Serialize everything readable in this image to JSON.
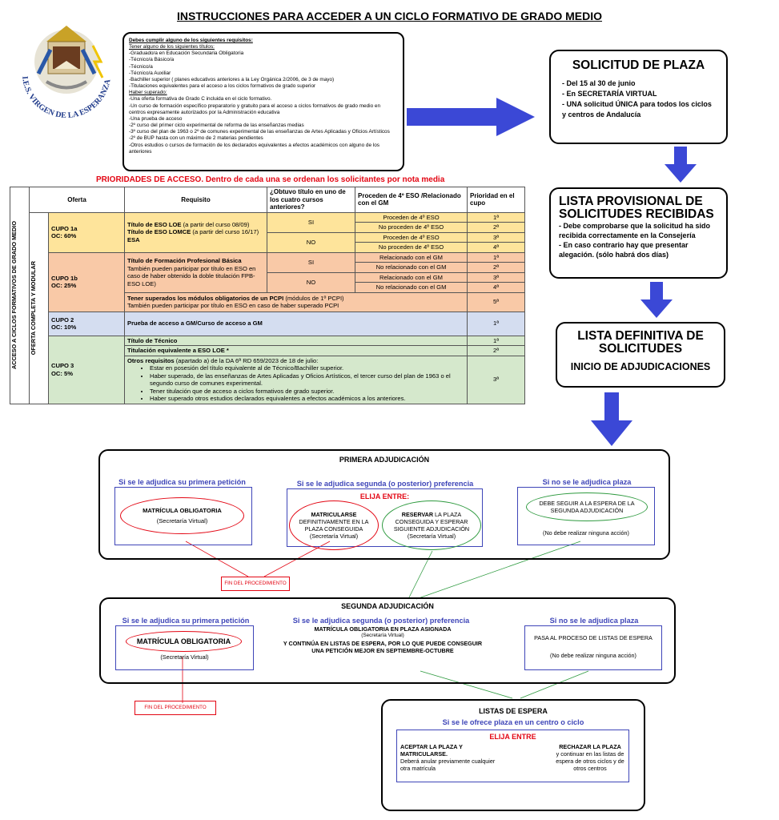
{
  "title": "INSTRUCCIONES PARA ACCEDER A UN CICLO FORMATIVO DE GRADO MEDIO",
  "logo": {
    "text": "I.E.S. VIRGEN DE LA ESPERANZA"
  },
  "requirements": {
    "heading": "Debes cumplir alguno de los siguientes requisitos:",
    "titles_heading": "Tener alguno de los siguientes títulos:",
    "titles": [
      "-Graduado/a en Educación Secundaria Obligatoria",
      "-Técnico/a Básico/a",
      "-Técnico/a",
      "-Técnico/a Auxiliar",
      "-Bachiller superior ( planes educativos anteriores a la Ley Orgánica 2/2006, de 3 de mayo)",
      "-Titulaciones equivalentes para el acceso a los ciclos formativos de grado superior"
    ],
    "passed_heading": "Haber superado:",
    "passed": [
      "-Una oferta formativa de Grado C incluida en el ciclo formativo.",
      "-Un curso de formación específico preparatorio y gratuito para el acceso a ciclos formativos de grado medio en centros expresamente autorizados por la Administración educativa",
      "-Una prueba de acceso",
      "-2º curso del primer ciclo experimental de reforma de las enseñanzas medias",
      "-3º curso del plan de 1963 o 2º de comunes experimental de las enseñanzas de Artes Aplicadas y Oficios Artísticos",
      "-2º de BUP hasta con un máximo de 2 materias pendientes",
      "-Otros estudios o cursos de formación de los declarados equivalentes a efectos académicos con alguno de los anteriores"
    ]
  },
  "solicitud": {
    "title": "SOLICITUD DE PLAZA",
    "items": [
      "- Del 15 al 30 de junio",
      "- En SECRETARÍA VIRTUAL",
      "- UNA solicitud ÚNICA para todos los ciclos y centros de Andalucía"
    ]
  },
  "provisional": {
    "title1": "LISTA PROVISIONAL DE",
    "title2": "SOLICITUDES RECIBIDAS",
    "items": [
      "- Debe comprobarse que la solicitud ha sido recibida correctamente en la Consejería",
      "- En caso contrario hay que presentar alegación. (sólo habrá dos días)"
    ]
  },
  "definitiva": {
    "title1": "LISTA DEFINITIVA DE",
    "title2": "SOLICITUDES",
    "subtitle": "INICIO DE ADJUDICACIONES"
  },
  "priorities_title": "PRIORIDADES DE ACCESO. Dentro de cada una se ordenan los solicitantes por nota media",
  "table": {
    "vertical1": "ACCESO A CICLOS FORMATIVOS DE GRADO MEDIO",
    "vertical2": "OFERTA COMPLETA Y MODULAR",
    "headers": [
      "Oferta",
      "Requisito",
      "¿Obtuvo título en uno de los cuatro cursos anteriores?",
      "Proceden de 4º ESO /Relacionado con el GM",
      "Prioridad en el cupo"
    ],
    "cupo1": {
      "name": "CUPO 1a",
      "oc": "OC: 60%",
      "req1_b": "Título de ESO LOE",
      "req1_n": " (a partir del curso 08/09)",
      "req2_b": "Título de ESO LOMCE",
      "req2_n": " (a partir del curso 16/17)",
      "req3_b": "ESA",
      "si": "SI",
      "no": "NO",
      "rows": [
        "Proceden de 4º ESO",
        "No proceden de 4º ESO",
        "Proceden de 4º ESO",
        "No proceden de 4º ESO"
      ],
      "prio": [
        "1ª",
        "2ª",
        "3ª",
        "4ª"
      ]
    },
    "cupo1b": {
      "name": "CUPO 1b",
      "oc": "OC: 25%",
      "req_b": "Título de Formación Profesional Básica",
      "req_n": "También pueden participar por título en ESO en caso de haber obtenido la doble titulación FPB-ESO LOE)",
      "si": "SI",
      "no": "NO",
      "rows": [
        "Relacionado con el GM",
        "No relacionado con el GM",
        "Relacionado con el GM",
        "No relacionado con el GM"
      ],
      "prio": [
        "1ª",
        "2ª",
        "3ª",
        "4ª"
      ],
      "extra_b": "Tener superados los módulos obligatorios de un PCPI",
      "extra_n": " (módulos de 1º PCPI)",
      "extra2": "También pueden participar por título en ESO en caso de haber superado PCPI",
      "extra_prio": "5ª"
    },
    "cupo2": {
      "name": "CUPO 2",
      "oc": "OC: 10%",
      "req": "Prueba de acceso a GM/Curso de acceso a GM",
      "prio": "1ª"
    },
    "cupo3": {
      "name": "CUPO 3",
      "oc": "OC: 5%",
      "req1": "Título de Técnico",
      "prio1": "1ª",
      "req2": "Titulación equivalente a ESO LOE *",
      "prio2": "2ª",
      "req3_b": "Otros requisitos",
      "req3_n": " (apartado a) de la DA 6ª RD 659/2023 de 18 de julio:",
      "bullets": [
        "Estar en posesión del título equivalente al de Técnico/Bachiller superior.",
        "Haber superado, de las enseñanzas de Artes Aplicadas y Oficios Artísticos, el tercer curso del plan de 1963 o el segundo curso de comunes experimental.",
        "Tener titulación que de acceso a ciclos formativos de grado superior.",
        "Haber superado otros estudios declarados equivalentes a efectos académicos a los anteriores."
      ],
      "prio3": "3ª"
    }
  },
  "primera": {
    "title": "PRIMERA ADJUDICACIÓN",
    "col1_head": "Si se le adjudica su primera petición",
    "col1_e1": "MATRÍCULA OBLIGATORIA",
    "col1_e2": "(Secretaría Virtual)",
    "col2_head": "Si se le adjudica segunda (o posterior) preferencia",
    "elija": "ELIJA ENTRE:",
    "opt1_b": "MATRICULARSE",
    "opt1_n": "DEFINITIVAMENTE EN LA PLAZA CONSEGUIDA",
    "opt1_s": "(Secretaría Virtual)",
    "opt2_b": "RESERVAR",
    "opt2_n": " LA PLAZA CONSEGUIDA Y ESPERAR SIGUIENTE ADJUDICACIÓN",
    "opt2_s": "(Secretaría Virtual)",
    "col3_head": "Si no se le adjudica plaza",
    "col3_e": "DEBE SEGUIR A LA ESPERA DE LA SEGUNDA ADJUDICACIÓN",
    "col3_n": "(No debe realizar ninguna acción)"
  },
  "fin1": "FIN DEL PROCEDIMIENTO",
  "segunda": {
    "title": "SEGUNDA ADJUDICACIÓN",
    "col1_head": "Si se le adjudica su primera petición",
    "col1_e1": "MATRÍCULA OBLIGATORIA",
    "col1_e2": "(Secretaría Virtual)",
    "col2_head": "Si se le adjudica segunda (o posterior) preferencia",
    "col2_b1": "MATRÍCULA OBLIGATORIA EN PLAZA ASIGNADA",
    "col2_s": "(Secretaría Virtual)",
    "col2_b2": "Y CONTINÚA EN LISTAS DE ESPERA, POR LO QUE PUEDE CONSEGUIR UNA PETICIÓN MEJOR EN SEPTIEMBRE-OCTUBRE",
    "col3_head": "Si no se le adjudica plaza",
    "col3_t": "PASA AL PROCESO DE LISTAS DE ESPERA",
    "col3_n": "(No debe realizar ninguna acción)"
  },
  "fin2": "FIN DEL PROCEDIMIENTO",
  "espera": {
    "title": "LISTAS DE ESPERA",
    "sub": "Si se le ofrece plaza en un centro o ciclo",
    "elija": "ELIJA ENTRE",
    "a_b": "ACEPTAR LA PLAZA Y MATRICULARSE.",
    "a_n": "Deberá anular previamente cualquier otra matrícula",
    "r_b": "RECHAZAR LA PLAZA",
    "r_n": "y continuar en las listas de espera de otros ciclos y de otros centros"
  },
  "colors": {
    "blue": "#3e45b8",
    "arrow": "#3b48d6",
    "red": "#e30613",
    "green": "#2e9a3f"
  }
}
